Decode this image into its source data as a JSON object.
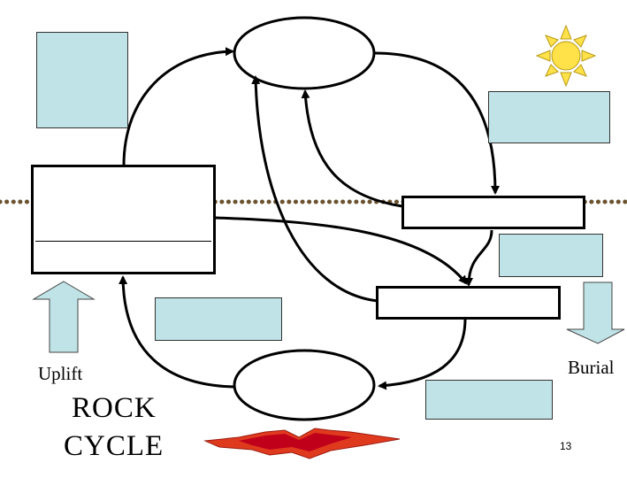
{
  "labels": {
    "uplift": "Uplift",
    "burial": "Burial",
    "title_line1": "ROCK",
    "title_line2": "CYCLE",
    "page_number": "13"
  },
  "colors": {
    "box_fill": "#bfe3e6",
    "sun_fill": "#ffe24a",
    "sun_ray": "#f2d232",
    "ground_line": "#6b5330",
    "arrow_fill": "#bfe3e6",
    "explosion_outer": "#e03a1e",
    "explosion_inner": "#c0001a"
  },
  "icons": {
    "sun": "sun-icon",
    "uplift_arrow": "up-arrow-icon",
    "burial_arrow": "down-arrow-icon",
    "explosion": "explosion-icon"
  }
}
